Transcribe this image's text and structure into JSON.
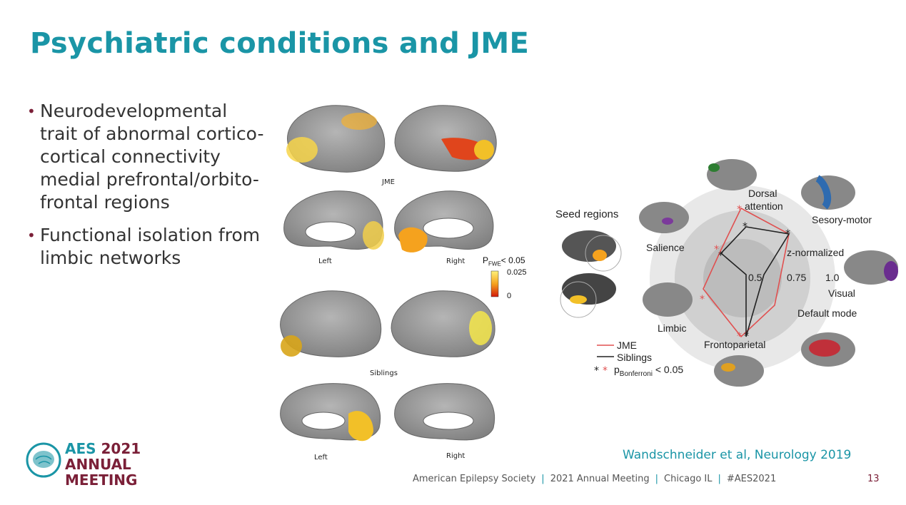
{
  "slide": {
    "title": "Psychiatric conditions and JME",
    "bullets": [
      "Neurodevelopmental trait of abnormal cortico-cortical connectivity medial prefrontal/orbito-frontal regions",
      "Functional isolation from limbic networks"
    ],
    "citation": "Wandschneider et al, Neurology 2019",
    "page_number": "13"
  },
  "figure_left": {
    "group_jme": "JME",
    "group_siblings": "Siblings",
    "left_label": "Left",
    "right_label": "Right",
    "colorbar_title": "P",
    "colorbar_sub": "FWE",
    "colorbar_title_suffix": "< 0.05",
    "colorbar_top": "0.025",
    "colorbar_bottom": "0"
  },
  "figure_right": {
    "seed_regions": "Seed regions",
    "networks": {
      "dorsal_attention_1": "Dorsal",
      "dorsal_attention_2": "attention",
      "sensory_motor": "Sesory-motor",
      "salience": "Salience",
      "z_normalized": "z-normalized",
      "visual": "Visual",
      "default_mode": "Default mode",
      "limbic": "Limbic",
      "frontoparietal": "Frontoparietal"
    },
    "ticks": [
      "0.5",
      "0.75",
      "1.0"
    ],
    "legend": {
      "jme": "JME",
      "siblings": "Siblings",
      "p_prefix": "p",
      "p_sub": "Bonferroni",
      "p_suffix": "< 0.05"
    },
    "colors": {
      "jme": "#e05050",
      "siblings": "#222222"
    }
  },
  "footer": {
    "society": "American Epilepsy Society",
    "meeting": "2021 Annual Meeting",
    "location": "Chicago IL",
    "hashtag": "#AES2021"
  },
  "logo": {
    "aes": "AES",
    "year": "2021",
    "line2": "ANNUAL",
    "line3": "MEETING",
    "icon": "brain-logo-icon"
  }
}
